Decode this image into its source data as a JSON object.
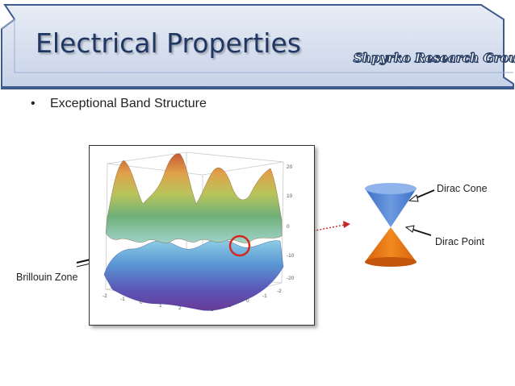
{
  "slide": {
    "title": "Electrical Properties",
    "brand": "Shpyrko Research Group",
    "bullet": "Exceptional Band Structure"
  },
  "figure": {
    "brillouin_label": "Brillouin Zone",
    "dirac_cone_label": "Dirac Cone",
    "dirac_point_label": "Dirac Point",
    "plot_ticks": {
      "z": [
        "20",
        "10",
        "0",
        "-10",
        "-20"
      ],
      "x": [
        "-2",
        "-1",
        "0",
        "1",
        "2"
      ],
      "y": [
        "2",
        "1",
        "0",
        "-1",
        "-2"
      ]
    },
    "colors": {
      "header_blue": "#3f5a8e",
      "cone_blue": "#4f7fd0",
      "cone_orange": "#e8741a",
      "highlight_red": "#d6281f"
    }
  }
}
